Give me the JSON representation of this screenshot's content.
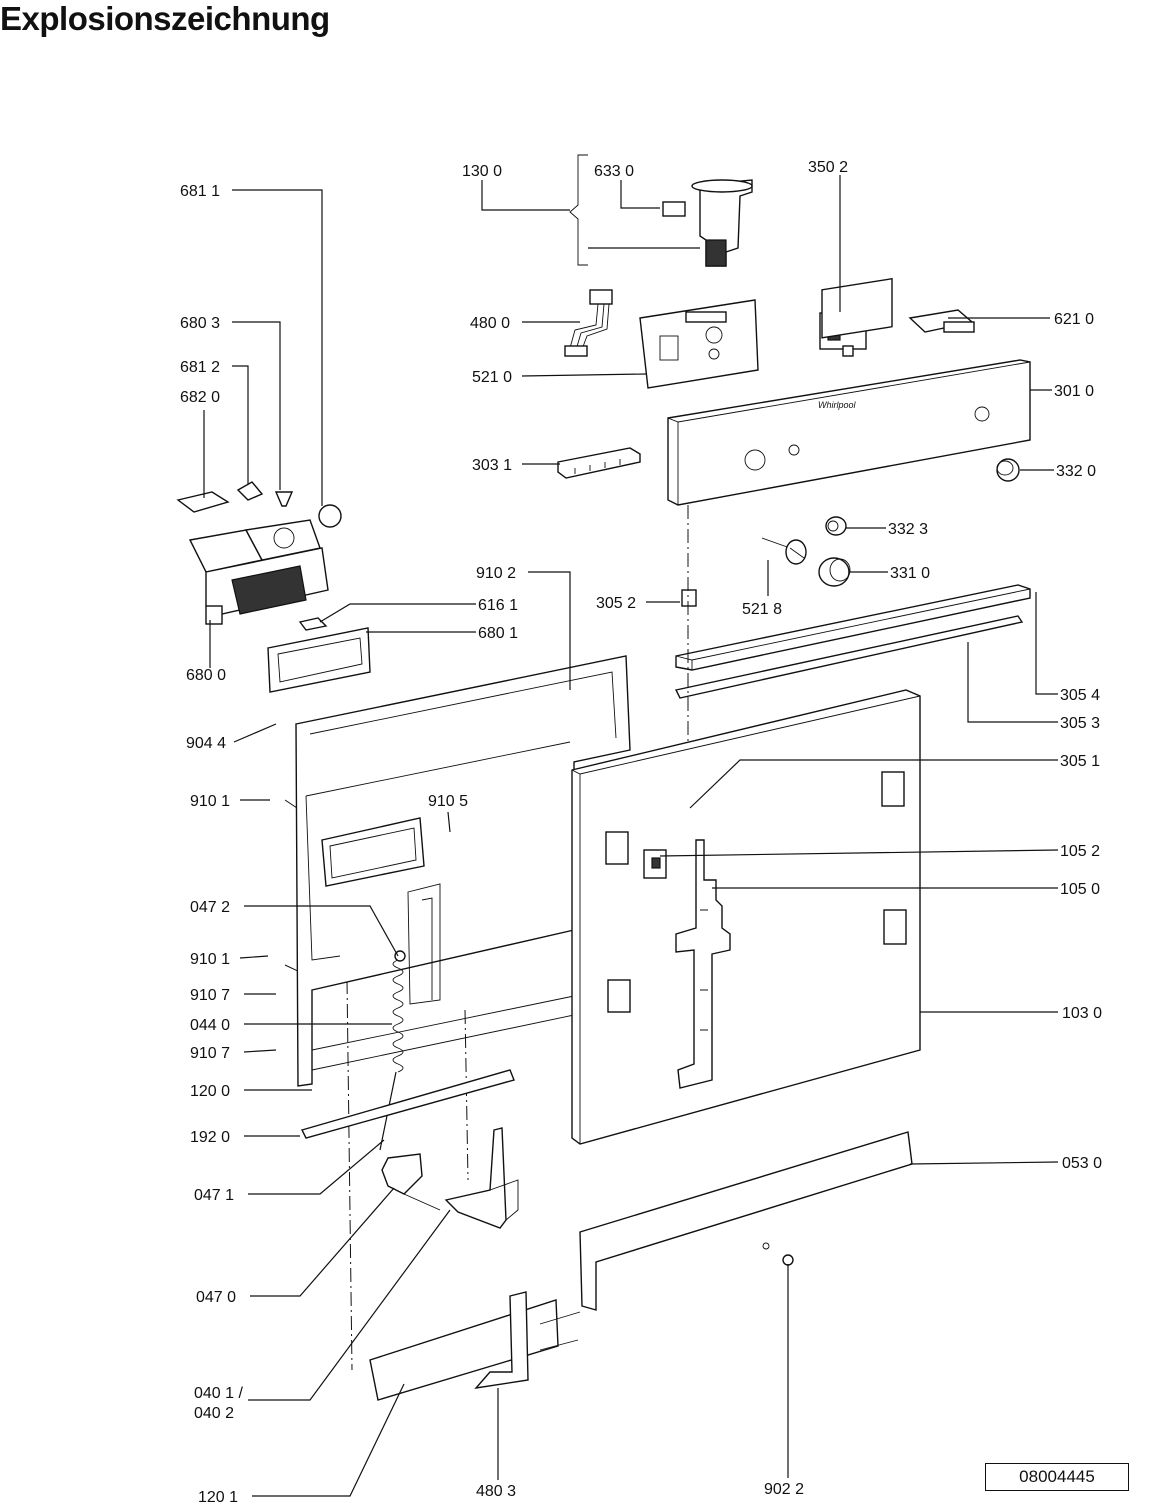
{
  "page": {
    "title": "Explosionszeichnung",
    "document_id": "08004445"
  },
  "labels": {
    "p6811": "681 1",
    "p6803": "680 3",
    "p6812": "681 2",
    "p6820": "682 0",
    "p1300": "130 0",
    "p6330": "633 0",
    "p3502": "350 2",
    "p4800": "480 0",
    "p5210": "521 0",
    "p6210": "621 0",
    "p3010": "301 0",
    "p3031": "303 1",
    "p3320": "332 0",
    "p3323": "332 3",
    "p3310": "331 0",
    "p5218": "521 8",
    "p9102": "910 2",
    "p3052": "305 2",
    "p6161": "616 1",
    "p6801": "680 1",
    "p6800": "680 0",
    "p3054": "305 4",
    "p3053": "305 3",
    "p9044": "904 4",
    "p3051": "305 1",
    "p9101a": "910 1",
    "p9105": "910 5",
    "p1052": "105 2",
    "p1050": "105 0",
    "p0472": "047 2",
    "p9101b": "910 1",
    "p9107a": "910 7",
    "p0440": "044 0",
    "p1030": "103 0",
    "p9107b": "910 7",
    "p1200": "120 0",
    "p1920": "192 0",
    "p0530": "053 0",
    "p0471": "047 1",
    "p0470": "047 0",
    "p0401": "040 1 /",
    "p0402": "040 2",
    "p1201": "120 1",
    "p4803": "480 3",
    "p9022": "902 2"
  }
}
